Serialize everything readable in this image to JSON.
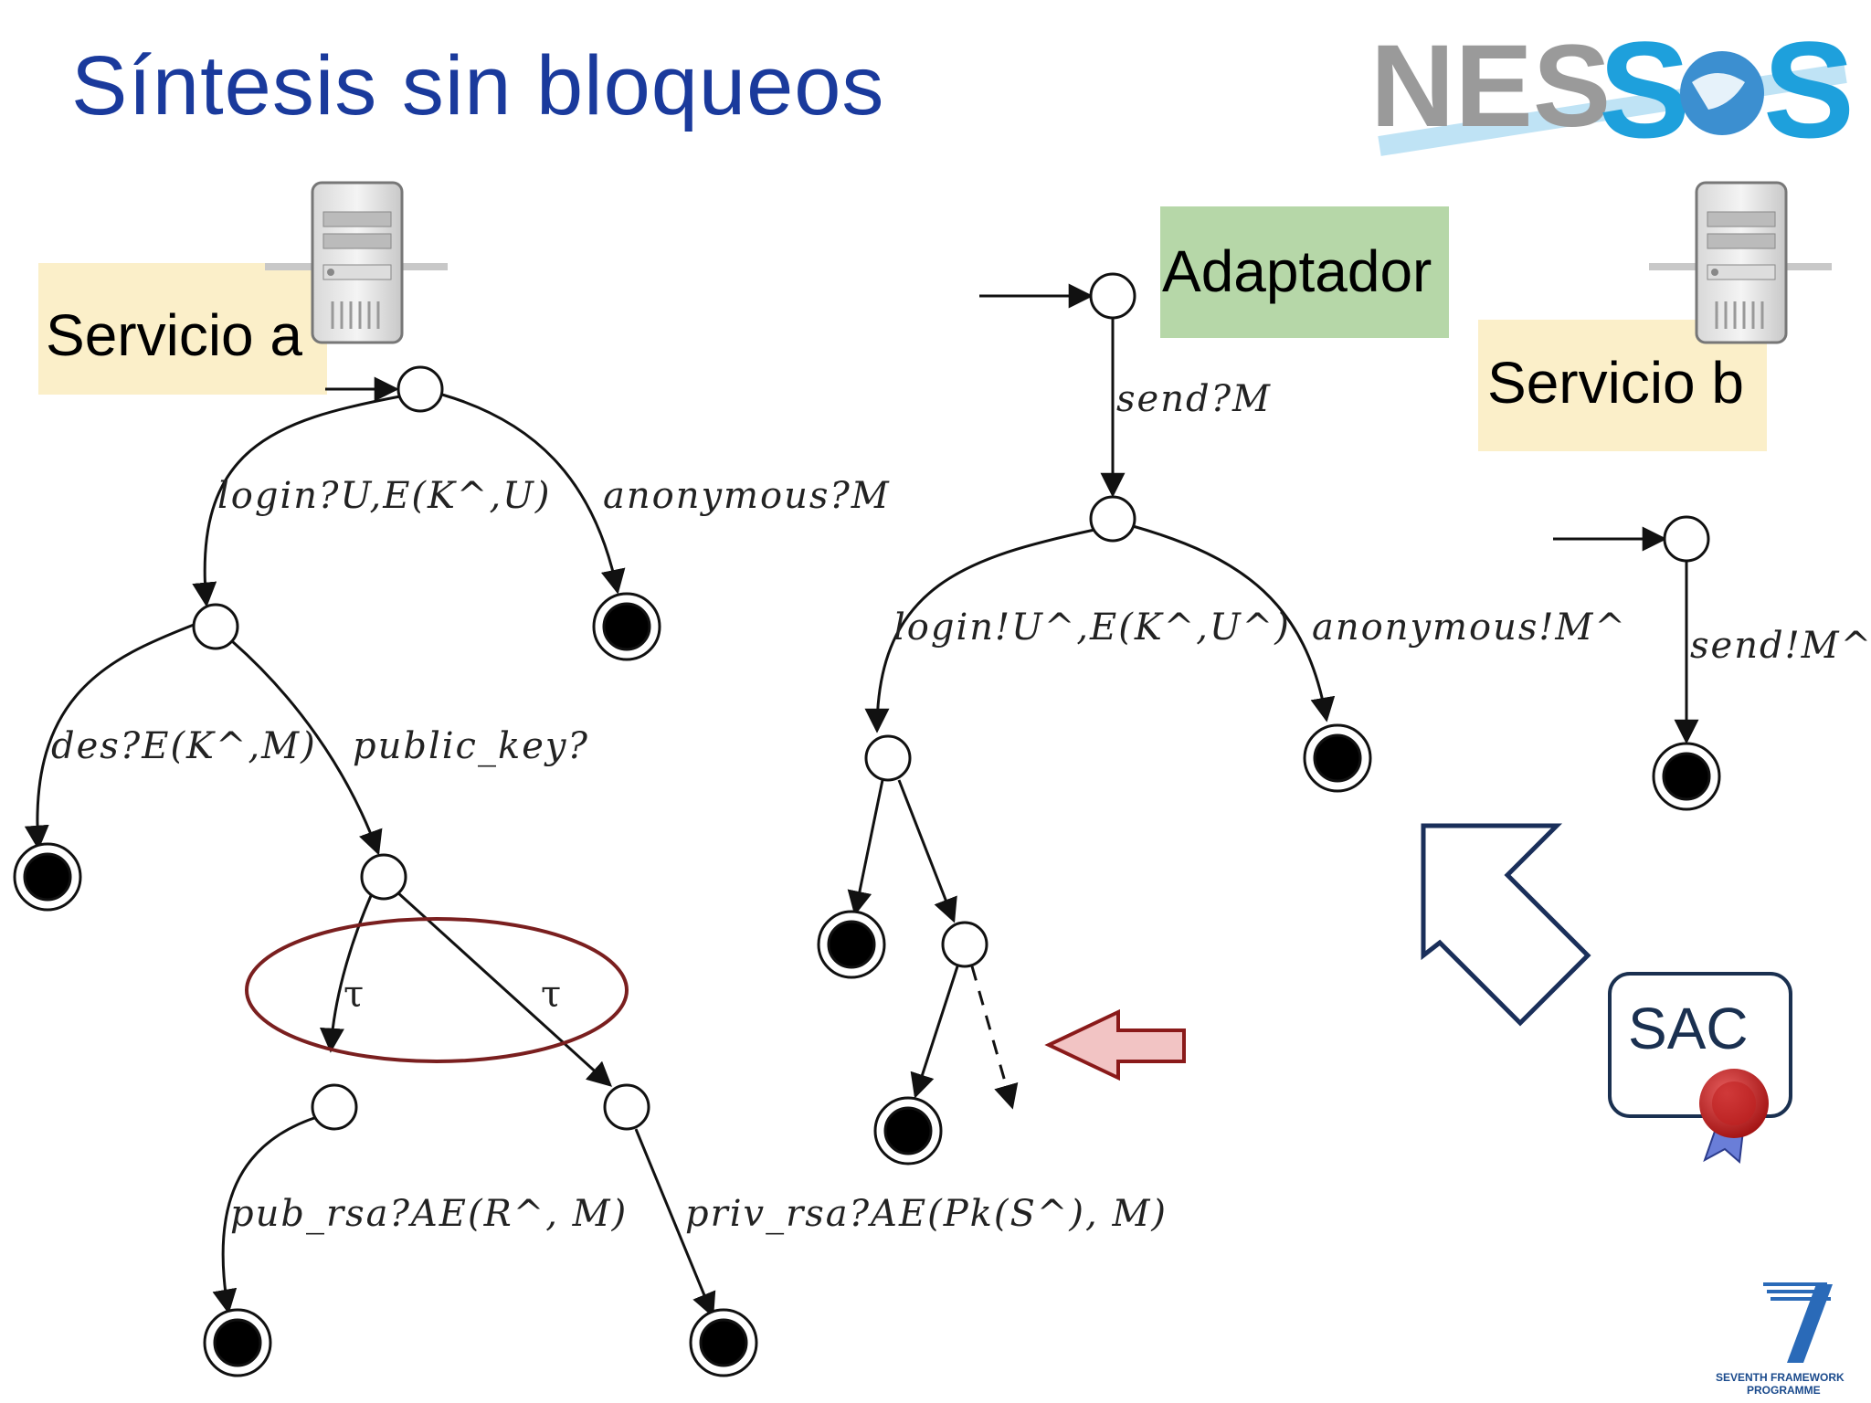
{
  "title": "Síntesis sin bloqueos",
  "logo": {
    "text_left": "NES",
    "text_right_1": "S",
    "text_right_2": "S",
    "colors": {
      "grey": "#9a9a9a",
      "blue": "#1ea0dc"
    }
  },
  "service_a": {
    "label": "Servicio a",
    "icon": "server-icon"
  },
  "service_b": {
    "label": "Servicio b",
    "icon": "server-icon"
  },
  "adapter": {
    "label": "Adaptador"
  },
  "sac_badge": {
    "label": "SAC",
    "icon": "wax-seal-icon"
  },
  "fp7_logo": {
    "line1": "SEVENTH FRAMEWORK",
    "line2": "PROGRAMME"
  },
  "service_a_transitions": {
    "login": "login?U,E(K^,U)",
    "anonymous": "anonymous?M",
    "des": "des?E(K^,M)",
    "public_key": "public_key?",
    "tau_left": "τ",
    "tau_right": "τ",
    "pub_rsa": "pub_rsa?AE(R^, M)",
    "priv_rsa": "priv_rsa?AE(Pk(S^), M)"
  },
  "adapter_transitions": {
    "send": "send?M",
    "login": "login!U^,E(K^,U^)",
    "anonymous": "anonymous!M^"
  },
  "service_b_transitions": {
    "send": "send!M^"
  },
  "colors": {
    "title": "#1a3a9c",
    "service_box": "#fbefc9",
    "adapter_box": "#b6d7a8",
    "ellipse": "#7a1f1f",
    "left_arrow_fill": "#f2c4c4",
    "outline_arrow": "#1a2f5a"
  }
}
